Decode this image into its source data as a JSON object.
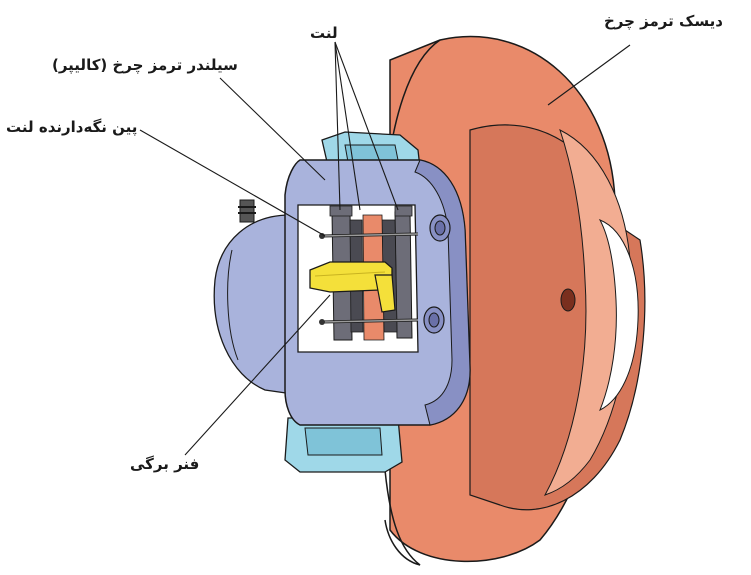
{
  "labels": {
    "disc": "دیسک ترمز چرخ",
    "pads": "لنت",
    "caliper": "سیلندر ترمز چرخ (کالیپر)",
    "pin": "پین نگه‌دارنده لنت",
    "spring": "فنر برگی"
  },
  "colors": {
    "disc": "#e98a6a",
    "disc_dark": "#c96546",
    "disc_light": "#f2ad92",
    "caliper": "#a9b3dc",
    "caliper_dark": "#8890c4",
    "bracket": "#9fd8e8",
    "spring": "#f4e03a",
    "outline": "#1a1a1a"
  }
}
